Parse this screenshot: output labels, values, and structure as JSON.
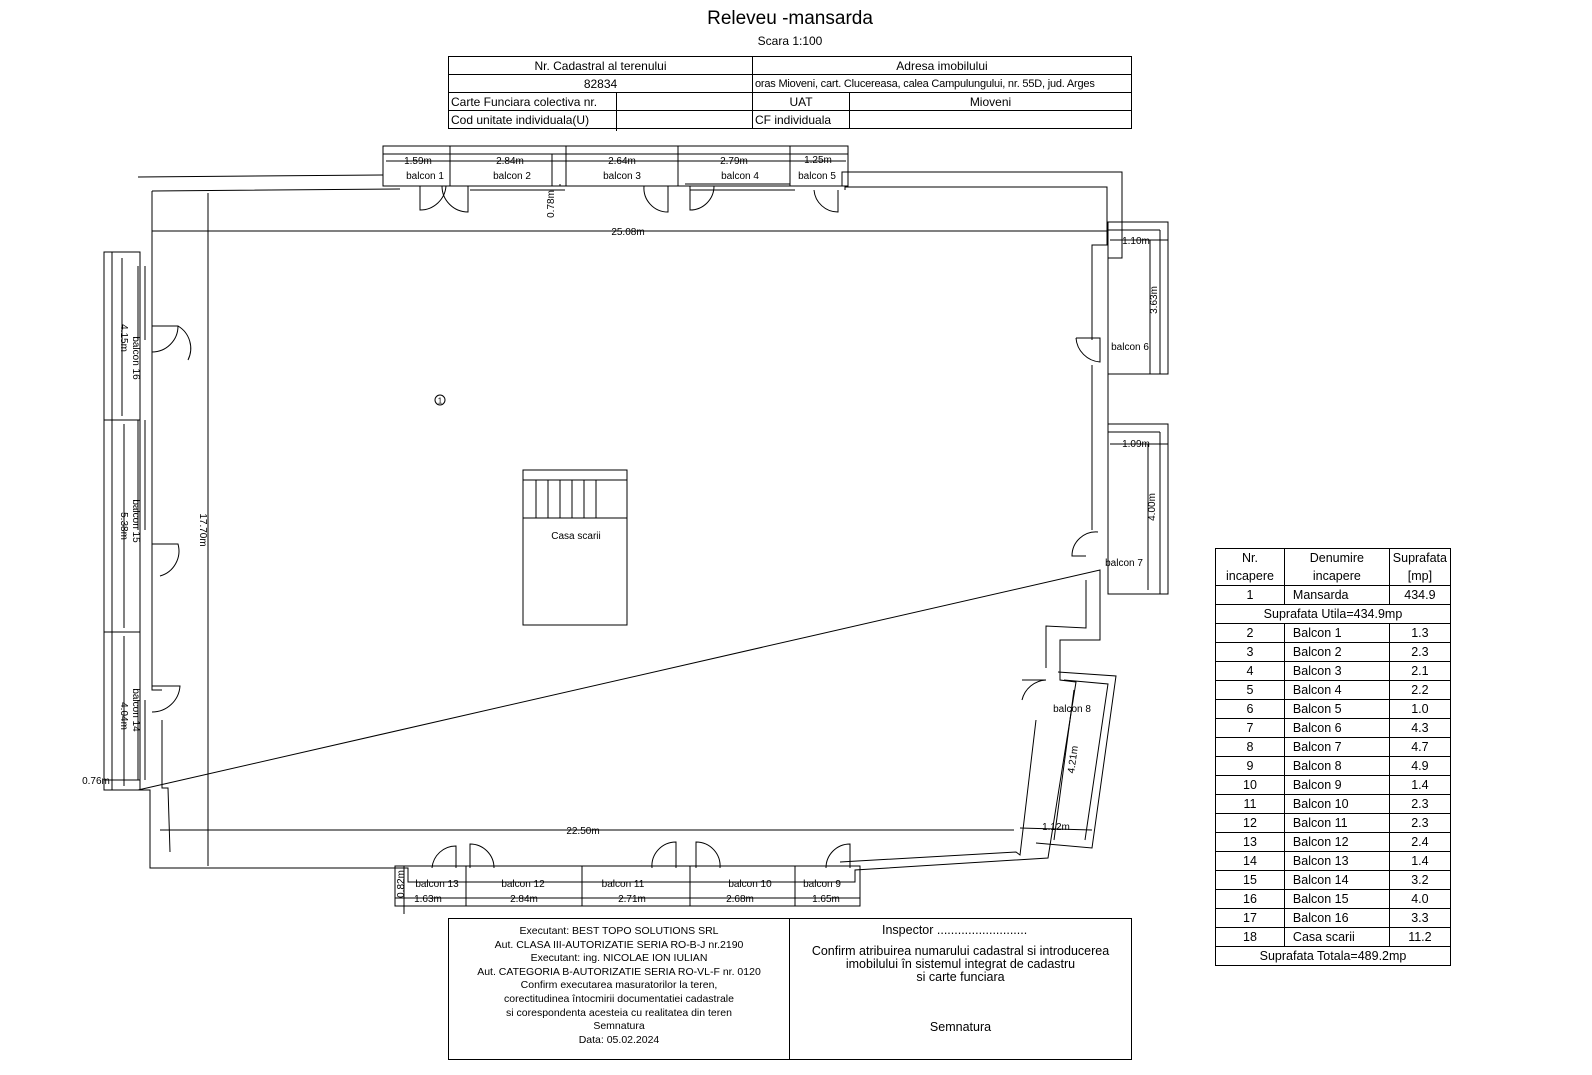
{
  "header": {
    "title": "Releveu -mansarda",
    "scale": "Scara 1:100"
  },
  "info_table": {
    "cadastral_label": "Nr. Cadastral al terenului",
    "cadastral_value": "82834",
    "address_label": "Adresa imobilului",
    "address_value": "oras Mioveni, cart. Clucereasa, calea Campulungului, nr. 55D, jud. Arges",
    "carte_label": "Carte Funciara colectiva nr.",
    "uat_label": "UAT",
    "uat_value": "Mioveni",
    "cod_label": "Cod unitate individuala(U)",
    "cf_label": "CF individuala"
  },
  "plan": {
    "casa_scarii": "Casa scarii",
    "room_marker": "1",
    "balconies": [
      "balcon 1",
      "balcon 2",
      "balcon 3",
      "balcon 4",
      "balcon 5",
      "balcon 6",
      "balcon 7",
      "balcon 8",
      "balcon 9",
      "balcon 10",
      "balcon 11",
      "balcon 12",
      "balcon 13",
      "balcon 14",
      "balcon 15",
      "balcon 16"
    ],
    "dims": {
      "top_overall": "25.08m",
      "left_overall": "17.70m",
      "bottom_overall": "22.50m",
      "b1": "1.59m",
      "b2": "2.84m",
      "b3": "2.64m",
      "b4": "2.79m",
      "b5": "1.25m",
      "depth_top": "0.78m",
      "b6_w": "1.10m",
      "b6_h": "3.63m",
      "b7_w": "1.09m",
      "b7_h": "4.00m",
      "b8_h": "4.21m",
      "b8_w": "1.12m",
      "b16": "4.15m",
      "b15": "5.38m",
      "b14": "4.04m",
      "left_depth": "0.76m",
      "b13": "1.63m",
      "b12": "2.84m",
      "b11": "2.71m",
      "b10": "2.68m",
      "b9": "1.65m",
      "depth_bottom": "0.82m"
    }
  },
  "executant": {
    "lines": [
      "Executant: BEST TOPO SOLUTIONS SRL",
      "Aut. CLASA III-AUTORIZATIE SERIA RO-B-J nr.2190",
      "Executant: ing. NICOLAE ION IULIAN",
      "Aut. CATEGORIA B-AUTORIZATIE SERIA RO-VL-F nr. 0120",
      "Confirm executarea masuratorilor la teren,",
      "corectitudinea întocmirii documentatiei cadastrale",
      "si corespondenta acesteia cu realitatea din teren",
      "Semnatura",
      "Data: 05.02.2024"
    ]
  },
  "inspector": {
    "title": "Inspector ..........................",
    "confirm": [
      "Confirm atribuirea numarului cadastral si introducerea",
      "imobilului în sistemul integrat de cadastru",
      "si carte funciara"
    ],
    "sign": "Semnatura"
  },
  "summary": {
    "headers": [
      [
        "Nr.",
        "incapere"
      ],
      [
        "Denumire",
        "incapere"
      ],
      [
        "Suprafata",
        "[mp]"
      ]
    ],
    "first_row": {
      "nr": "1",
      "name": "Mansarda",
      "area": "434.9"
    },
    "utila": "Suprafata Utila=434.9mp",
    "rows": [
      {
        "nr": "2",
        "name": "Balcon 1",
        "area": "1.3"
      },
      {
        "nr": "3",
        "name": "Balcon 2",
        "area": "2.3"
      },
      {
        "nr": "4",
        "name": "Balcon 3",
        "area": "2.1"
      },
      {
        "nr": "5",
        "name": "Balcon 4",
        "area": "2.2"
      },
      {
        "nr": "6",
        "name": "Balcon 5",
        "area": "1.0"
      },
      {
        "nr": "7",
        "name": "Balcon 6",
        "area": "4.3"
      },
      {
        "nr": "8",
        "name": "Balcon 7",
        "area": "4.7"
      },
      {
        "nr": "9",
        "name": "Balcon 8",
        "area": "4.9"
      },
      {
        "nr": "10",
        "name": "Balcon 9",
        "area": "1.4"
      },
      {
        "nr": "11",
        "name": "Balcon 10",
        "area": "2.3"
      },
      {
        "nr": "12",
        "name": "Balcon 11",
        "area": "2.3"
      },
      {
        "nr": "13",
        "name": "Balcon 12",
        "area": "2.4"
      },
      {
        "nr": "14",
        "name": "Balcon 13",
        "area": "1.4"
      },
      {
        "nr": "15",
        "name": "Balcon 14",
        "area": "3.2"
      },
      {
        "nr": "16",
        "name": "Balcon 15",
        "area": "4.0"
      },
      {
        "nr": "17",
        "name": "Balcon 16",
        "area": "3.3"
      },
      {
        "nr": "18",
        "name": "Casa scarii",
        "area": "11.2"
      }
    ],
    "totala": "Suprafata Totala=489.2mp"
  }
}
